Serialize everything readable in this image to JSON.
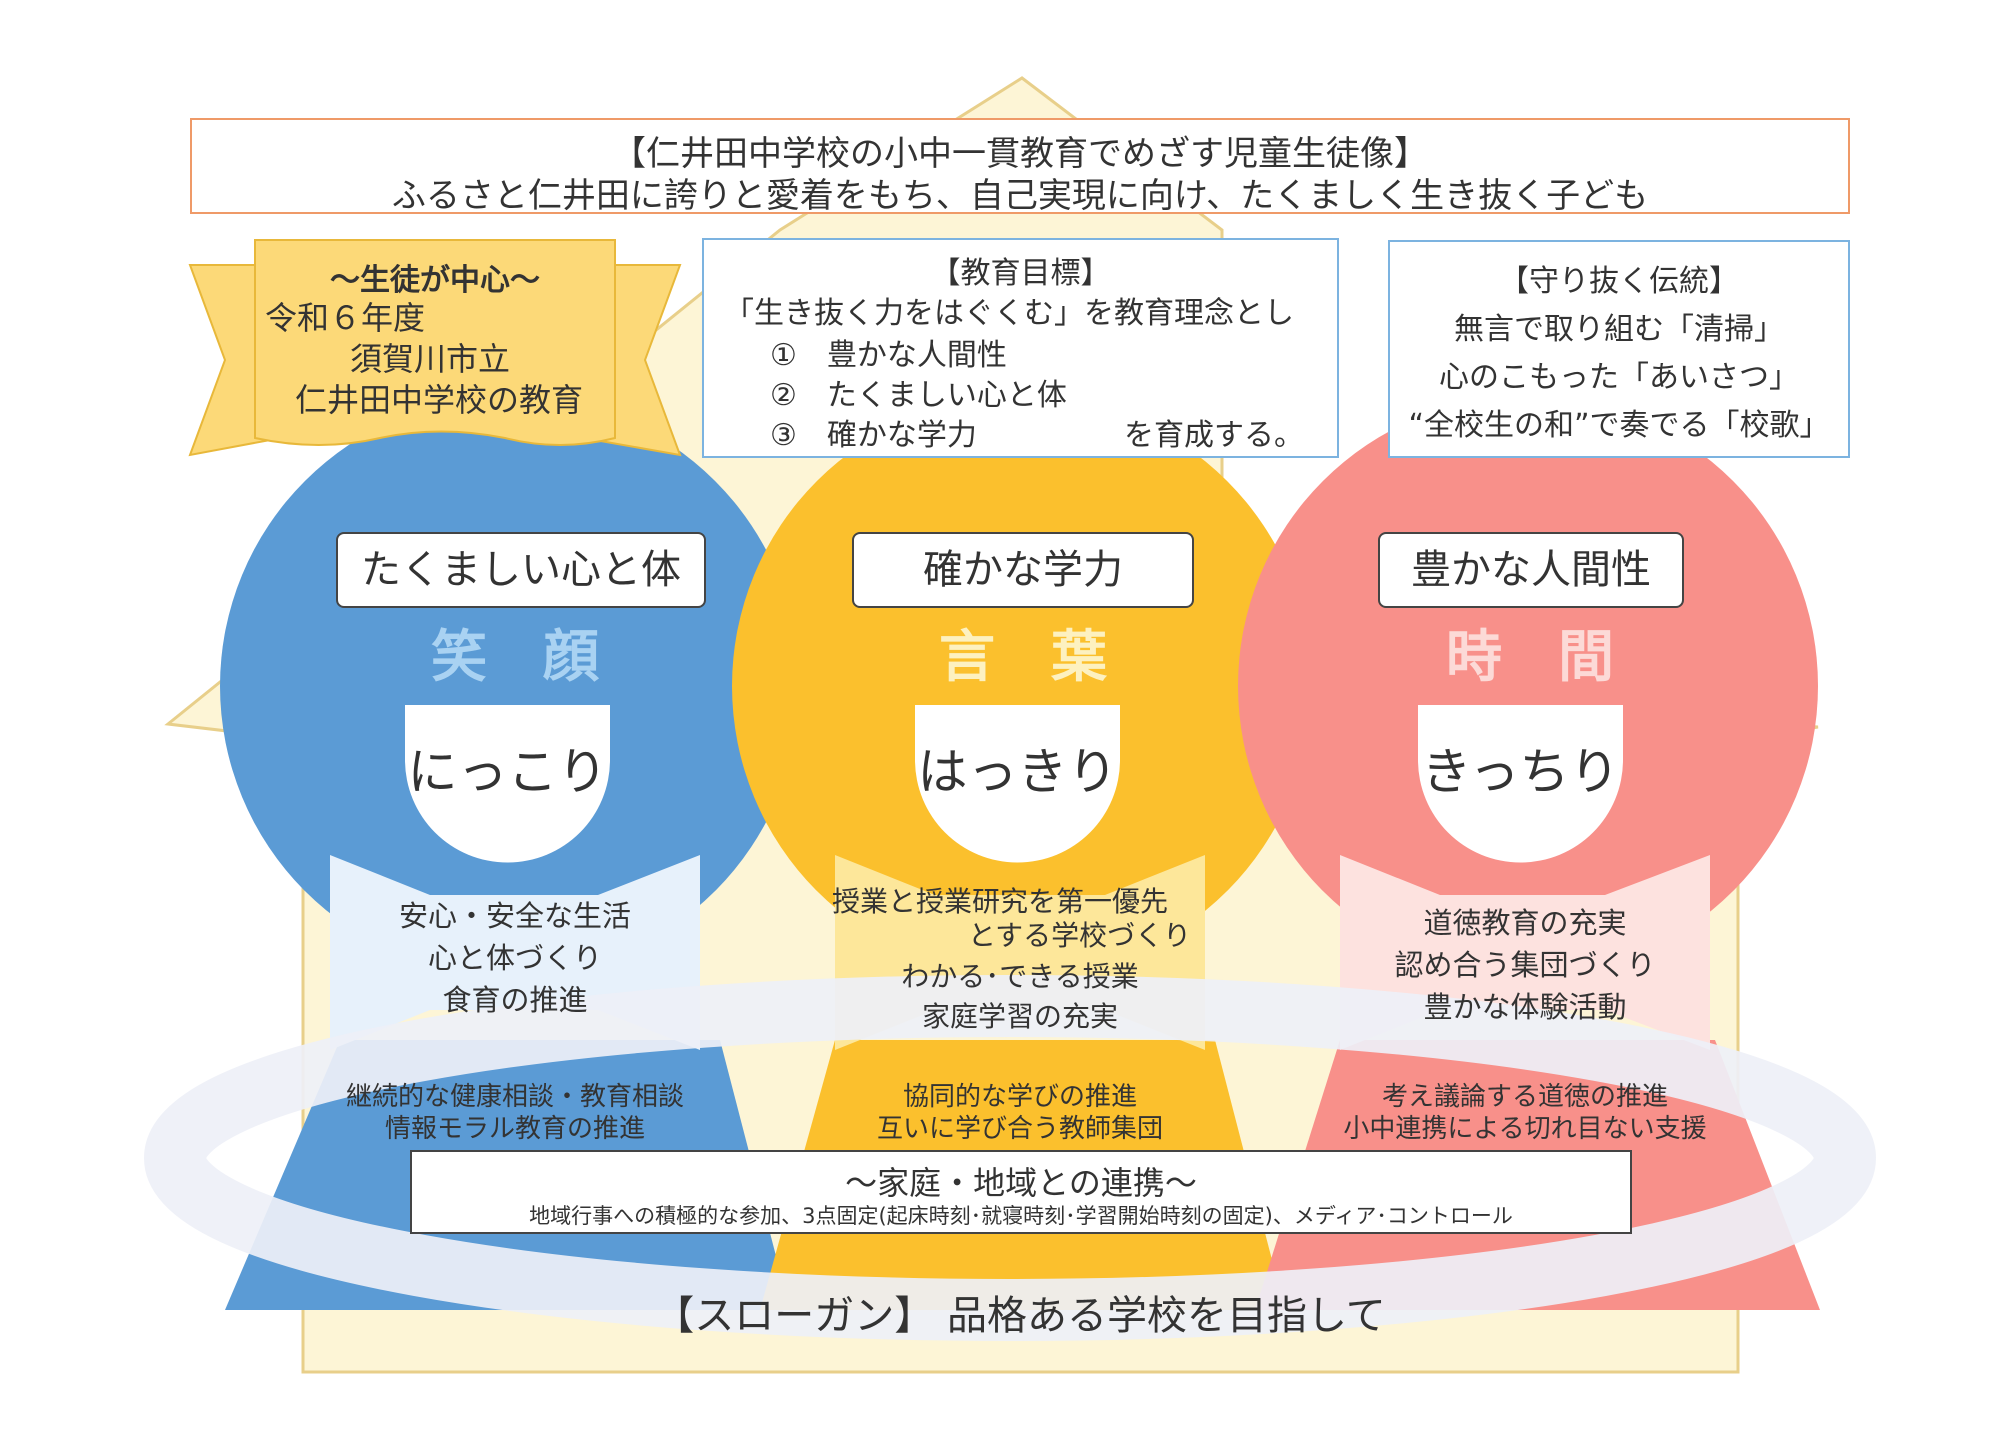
{
  "header": {
    "title": "【仁井田中学校の小中一貫教育でめざす児童生徒像】",
    "subtitle": "ふるさと仁井田に誇りと愛着をもち、自己実現に向け、たくましく生き抜く子ども"
  },
  "ribbon": {
    "line1": "～生徒が中心～",
    "line2": "令和６年度",
    "line3": "須賀川市立",
    "line4": "仁井田中学校の教育"
  },
  "goals": {
    "title": "【教育目標】",
    "intro": "「生き抜く力をはぐくむ」を教育理念とし",
    "item1": "①　豊かな人間性",
    "item2": "②　たくましい心と体",
    "item3": "③　確かな学力",
    "tail": "を育成する。"
  },
  "tradition": {
    "title": "【守り抜く伝統】",
    "line1": "無言で取り組む「清掃」",
    "line2": "心のこもった「あいさつ」",
    "line3": "“全校生の和”で奏でる「校歌」"
  },
  "pillars": [
    {
      "label": "たくましい心と体",
      "word": "笑　顔",
      "face": "にっこり",
      "bow": [
        "安心・安全な生活",
        "心と体づくり",
        "食育の推進"
      ],
      "bottom": [
        "継続的な健康相談・教育相談",
        "情報モラル教育の推進"
      ]
    },
    {
      "label": "確かな学力",
      "word": "言　葉",
      "face": "はっきり",
      "bow": [
        "授業と授業研究を第一優先",
        "とする学校づくり",
        "わかる･できる授業",
        "家庭学習の充実"
      ],
      "bottom": [
        "協同的な学びの推進",
        "互いに学び合う教師集団"
      ]
    },
    {
      "label": "豊かな人間性",
      "word": "時　間",
      "face": "きっちり",
      "bow": [
        "道徳教育の充実",
        "認め合う集団づくり",
        "豊かな体験活動"
      ],
      "bottom": [
        "考え議論する道徳の推進",
        "小中連携による切れ目ない支援"
      ]
    }
  ],
  "community": {
    "title": "～家庭・地域との連携～",
    "body": "地域行事への積極的な参加、3点固定(起床時刻･就寝時刻･学習開始時刻の固定)、メディア･コントロール"
  },
  "slogan": "【スローガン】 品格ある学校を目指して",
  "colors": {
    "blue": "#5b9bd5",
    "yellow": "#fbc02d",
    "pink": "#f8908a",
    "house_fill": "#fdf5d6",
    "house_line": "#e8cf8a",
    "header_border": "#ef9a68",
    "goal_border": "#7cb3e0",
    "ribbon_fill": "#fcd978",
    "word_blue": "#a9d2f2",
    "word_yellow": "#fdf1c0",
    "word_pink": "#fcdad7"
  }
}
